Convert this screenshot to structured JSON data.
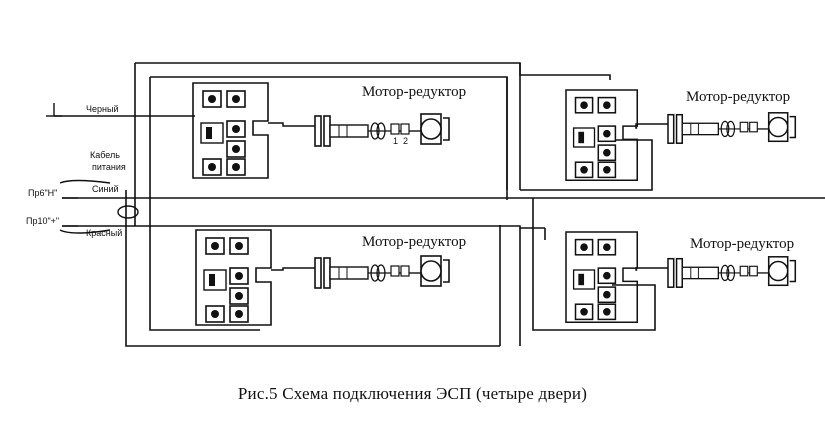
{
  "diagram": {
    "caption": "Рис.5 Схема подключения ЭСП (четыре двери)",
    "wires": {
      "black": "Черный",
      "cable_line1": "Кабель",
      "cable_line2": "питания",
      "blue": "Синий",
      "red": "Красный"
    },
    "fuses": {
      "fuse_top": "Пр6\"Н\"",
      "fuse_bottom": "Пр10\"+\""
    },
    "units": [
      {
        "id": "front-left",
        "label": "Мотор-редуктор"
      },
      {
        "id": "front-right",
        "label": "Мотор-редуктор"
      },
      {
        "id": "rear-left",
        "label": "Мотор-редуктор"
      },
      {
        "id": "rear-right",
        "label": "Мотор-редуктор"
      }
    ],
    "plug_pins": [
      "1",
      "2"
    ]
  }
}
